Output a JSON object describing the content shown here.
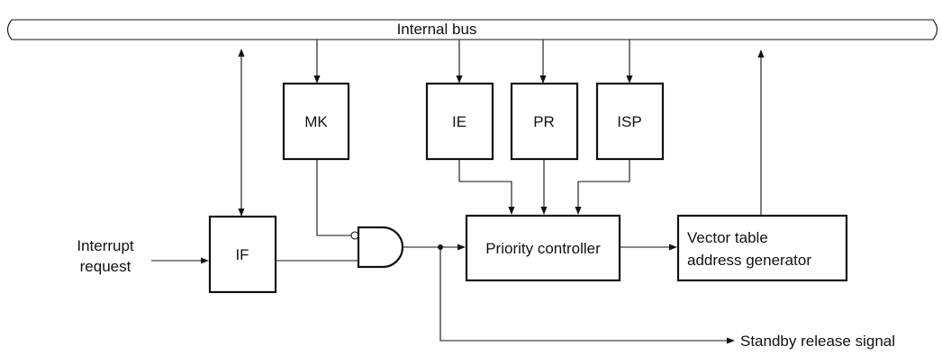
{
  "diagram": {
    "bus_label": "Internal bus",
    "input_label_line1": "Interrupt",
    "input_label_line2": "request",
    "blocks": {
      "mk": "MK",
      "ie": "IE",
      "pr": "PR",
      "isp": "ISP",
      "if": "IF",
      "priority": "Priority controller",
      "vector_line1": "Vector table",
      "vector_line2": "address generator"
    },
    "output_label": "Standby release signal"
  }
}
